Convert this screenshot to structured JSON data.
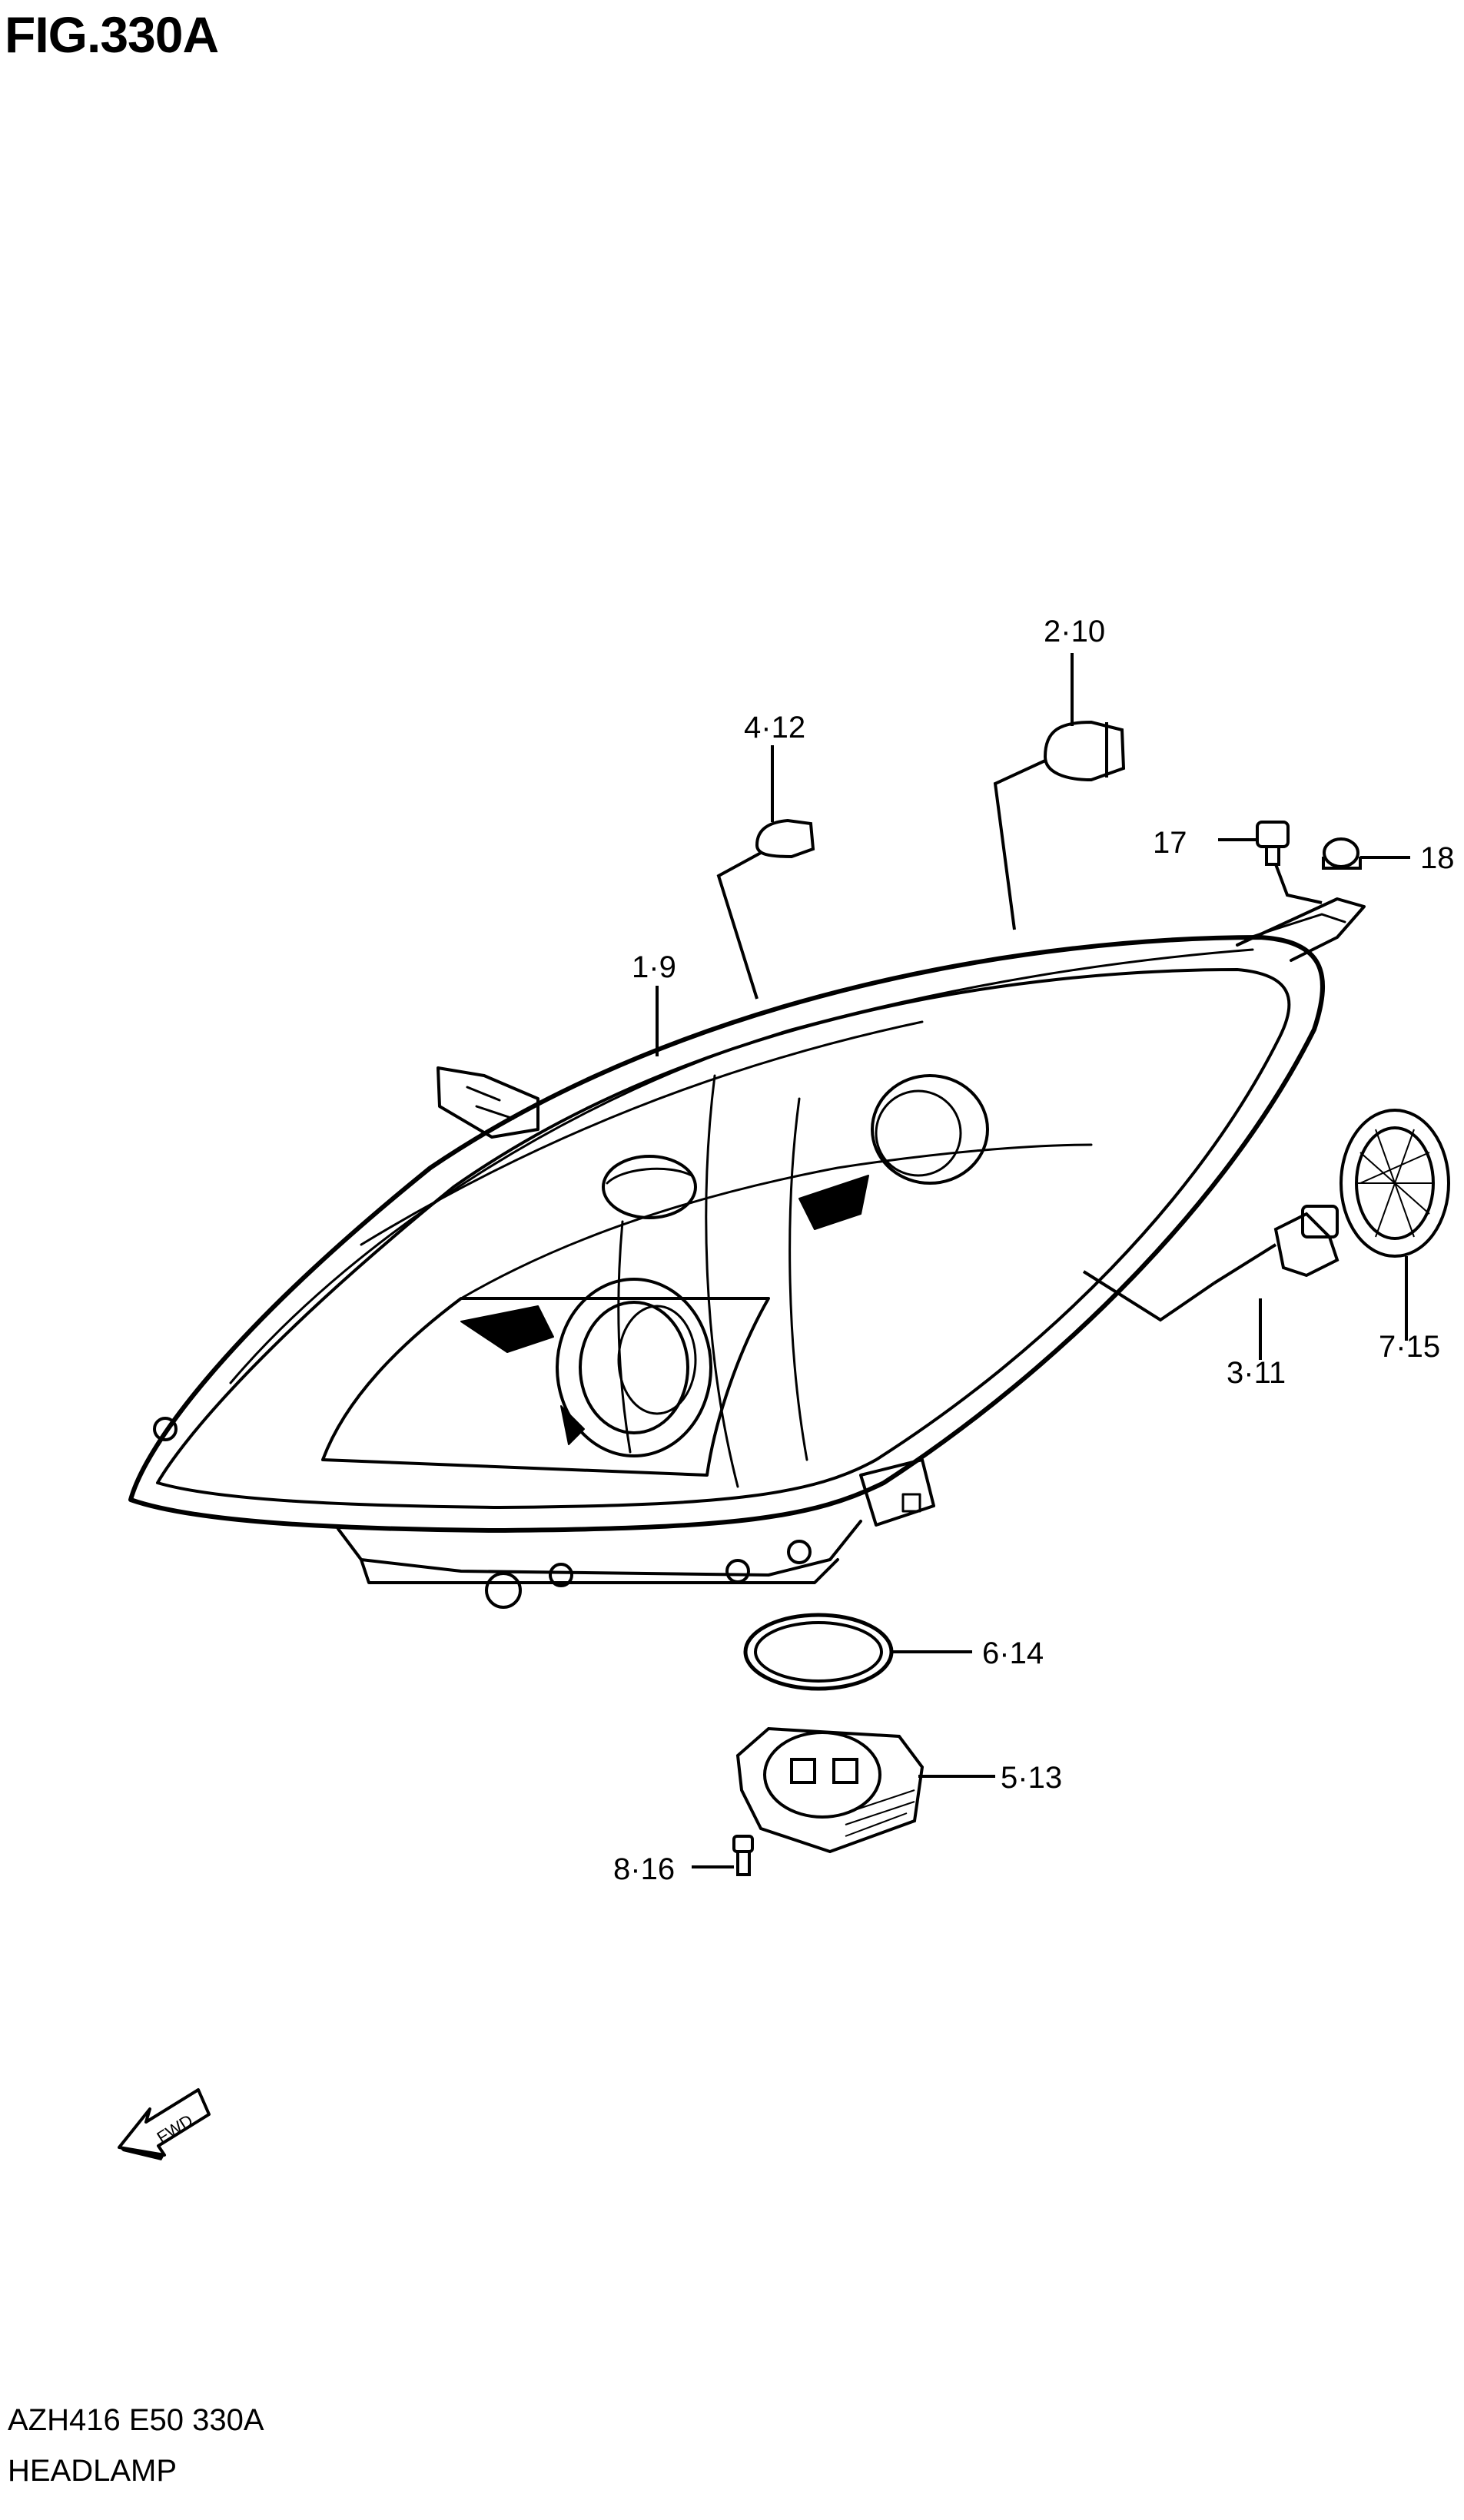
{
  "figure": {
    "title": "FIG.330A"
  },
  "callouts": [
    {
      "id": "2-10",
      "label": "2·10"
    },
    {
      "id": "4-12",
      "label": "4·12"
    },
    {
      "id": "17",
      "label": "17"
    },
    {
      "id": "18",
      "label": "18"
    },
    {
      "id": "1-9",
      "label": "1·9"
    },
    {
      "id": "3-11",
      "label": "3·11"
    },
    {
      "id": "7-15",
      "label": "7·15"
    },
    {
      "id": "6-14",
      "label": "6·14"
    },
    {
      "id": "5-13",
      "label": "5·13"
    },
    {
      "id": "8-16",
      "label": "8·16"
    }
  ],
  "fwd_marker": {
    "text": "FWD"
  },
  "footer": {
    "code": "AZH416 E50 330A",
    "name": "HEADLAMP"
  }
}
